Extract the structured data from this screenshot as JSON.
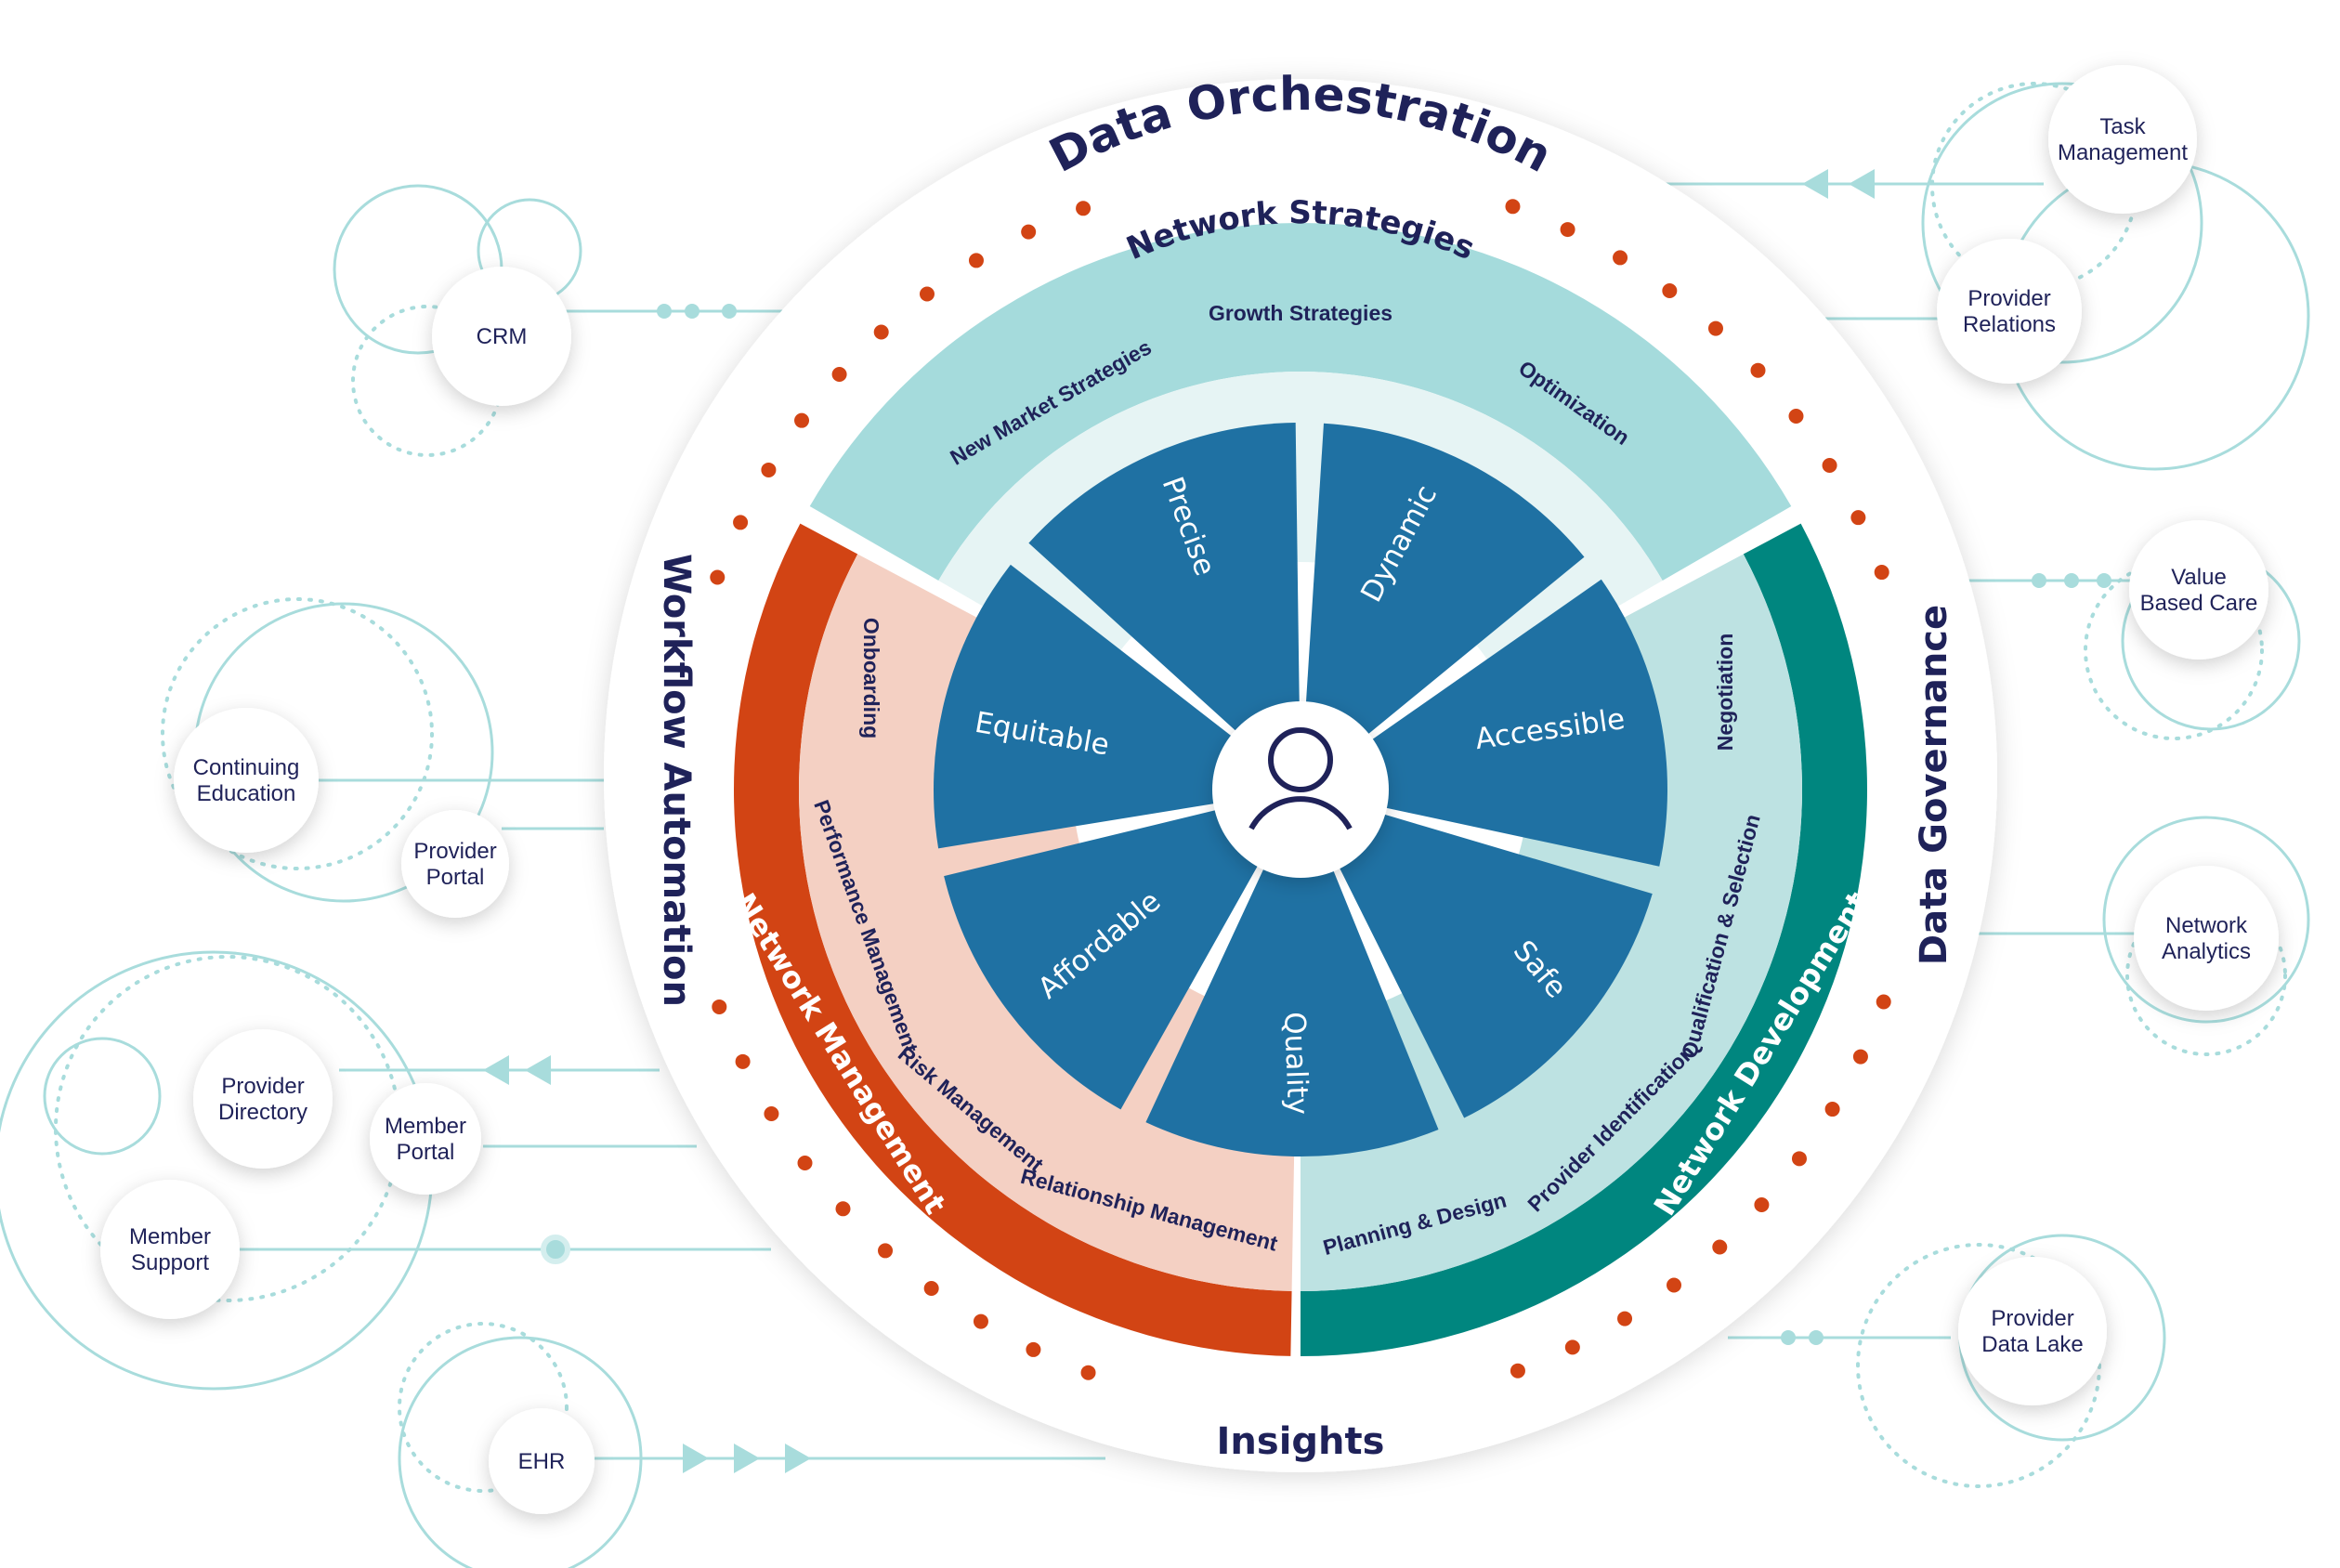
{
  "colors": {
    "navy": "#1f2259",
    "teal_light": "#a5dbdc",
    "teal_pale": "#e6f4f4",
    "teal_dark": "#00867f",
    "teal_mid": "#bde2e2",
    "orange": "#d24414",
    "peach": "#f4d0c3",
    "blue": "#1f71a3",
    "connector": "#a8dcdc"
  },
  "outer_ring": {
    "top": "Data Orchestration",
    "left": "Workflow Automation",
    "right": "Data Governance",
    "bottom": "Insights"
  },
  "segments": {
    "strategies": {
      "title": "Network Strategies",
      "items": [
        "New Market Strategies",
        "Growth Strategies",
        "Optimization"
      ]
    },
    "management": {
      "title": "Network Management",
      "items": [
        "Onboarding",
        "Performance Management",
        "Risk Management",
        "Relationship Management"
      ]
    },
    "development": {
      "title": "Network Development",
      "items": [
        "Negotiation",
        "Qualification & Selection",
        "Provider Identification",
        "Planning & Design"
      ]
    }
  },
  "pie": {
    "center_icon": "person-icon",
    "slices": [
      "Precise",
      "Dynamic",
      "Accessible",
      "Safe",
      "Quality",
      "Affordable",
      "Equitable"
    ]
  },
  "nodes": {
    "crm": [
      "CRM"
    ],
    "continuing_education": [
      "Continuing",
      "Education"
    ],
    "provider_portal": [
      "Provider",
      "Portal"
    ],
    "provider_directory": [
      "Provider",
      "Directory"
    ],
    "member_portal": [
      "Member",
      "Portal"
    ],
    "member_support": [
      "Member",
      "Support"
    ],
    "ehr": [
      "EHR"
    ],
    "task_management": [
      "Task",
      "Management"
    ],
    "provider_relations": [
      "Provider",
      "Relations"
    ],
    "value_based_care": [
      "Value",
      "Based Care"
    ],
    "network_analytics": [
      "Network",
      "Analytics"
    ],
    "provider_data_lake": [
      "Provider",
      "Data Lake"
    ]
  }
}
